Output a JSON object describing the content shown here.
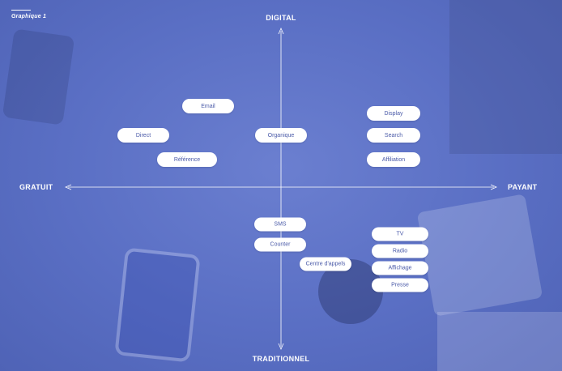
{
  "caption": "Graphique 1",
  "axes": {
    "top": "DIGITAL",
    "bottom": "TRADITIONNEL",
    "left": "GRATUIT",
    "right": "PAYANT"
  },
  "channels": [
    {
      "id": "email",
      "label": "Email"
    },
    {
      "id": "direct",
      "label": "Direct"
    },
    {
      "id": "reference",
      "label": "Référence"
    },
    {
      "id": "organique",
      "label": "Organique"
    },
    {
      "id": "display",
      "label": "Display"
    },
    {
      "id": "search",
      "label": "Search"
    },
    {
      "id": "affiliation",
      "label": "Affiliation"
    },
    {
      "id": "sms",
      "label": "SMS"
    },
    {
      "id": "counter",
      "label": "Counter"
    },
    {
      "id": "centre-appels",
      "label": "Centre d'appels"
    },
    {
      "id": "tv",
      "label": "TV"
    },
    {
      "id": "radio",
      "label": "Radio"
    },
    {
      "id": "affichage",
      "label": "Affichage"
    },
    {
      "id": "presse",
      "label": "Presse"
    }
  ]
}
